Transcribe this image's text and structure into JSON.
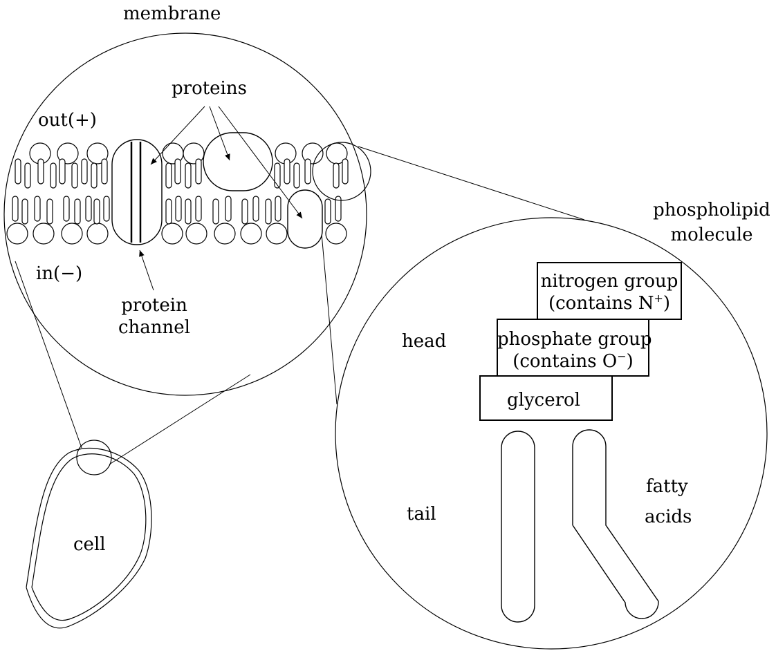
{
  "labels": {
    "membrane": "membrane",
    "proteins": "proteins",
    "out": "out(+)",
    "in": "in(−)",
    "protein_channel_line1": "protein",
    "protein_channel_line2": "channel",
    "cell": "cell",
    "phospholipid_line1": "phospholipid",
    "phospholipid_line2": "molecule",
    "head": "head",
    "tail": "tail",
    "fatty_line1": "fatty",
    "fatty_line2": "acids",
    "nitrogen_line1": "nitrogen group",
    "nitrogen_line2_prefix": "(contains N",
    "nitrogen_sup": "+",
    "nitrogen_line2_suffix": ")",
    "phosphate_line1": "phosphate group",
    "phosphate_line2_prefix": "(contains O",
    "phosphate_sup": "−",
    "phosphate_line2_suffix": ")",
    "glycerol": "glycerol"
  },
  "colors": {
    "ink": "#000000",
    "background": "#ffffff"
  }
}
